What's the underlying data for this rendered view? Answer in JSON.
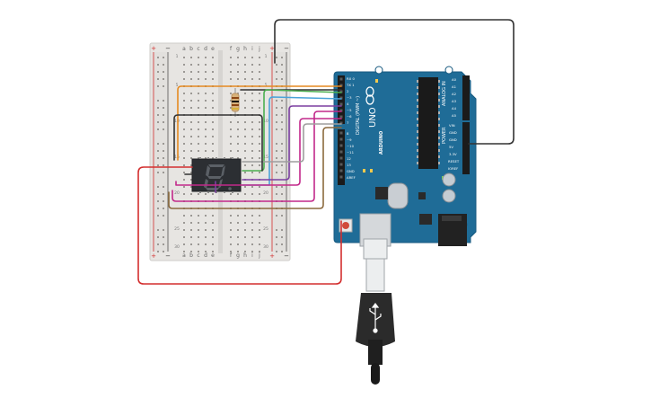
{
  "breadboard": {
    "column_letters_left": [
      "a",
      "b",
      "c",
      "d",
      "e"
    ],
    "column_letters_right": [
      "f",
      "g",
      "h",
      "i",
      "j"
    ],
    "row_numbers": [
      "1",
      "5",
      "10",
      "15",
      "20",
      "25",
      "30"
    ],
    "rail_plus": "+",
    "rail_minus": "−"
  },
  "arduino": {
    "brand": "ARDUINO",
    "model": "UNO",
    "digital_label": "DIGITAL (PWM ~)",
    "analog_label": "ANALOG IN",
    "power_label": "POWER",
    "pin_labels_digital_top": [
      "AREF",
      "GND",
      "13",
      "12",
      "~11",
      "~10",
      "~9",
      "8"
    ],
    "pin_labels_digital_bottom": [
      "7",
      "~6",
      "~5",
      "4",
      "~3",
      "2",
      "TX 1",
      "RX 0"
    ],
    "pin_labels_analog": [
      "A0",
      "A1",
      "A2",
      "A3",
      "A4",
      "A5"
    ],
    "pin_labels_power": [
      "IOREF",
      "RESET",
      "3.3V",
      "5V",
      "GND",
      "GND",
      "VIN"
    ],
    "led_labels": [
      "L",
      "TX",
      "RX",
      "ON"
    ]
  },
  "components": {
    "seven_segment_display": "7-segment display",
    "resistor": "resistor",
    "usb_cable": "USB cable"
  },
  "colors": {
    "board_blue": "#1f6c97",
    "breadboard": "#e7e5e2",
    "wire_orange": "#e58a21",
    "wire_green": "#4caf50",
    "wire_blue": "#4aa3d9",
    "wire_purple": "#7b3fa1",
    "wire_magenta": "#c2288a",
    "wire_brown": "#8b6a3e",
    "wire_gray": "#9e9e9e",
    "wire_black": "#333333",
    "wire_red": "#d32f2f"
  }
}
